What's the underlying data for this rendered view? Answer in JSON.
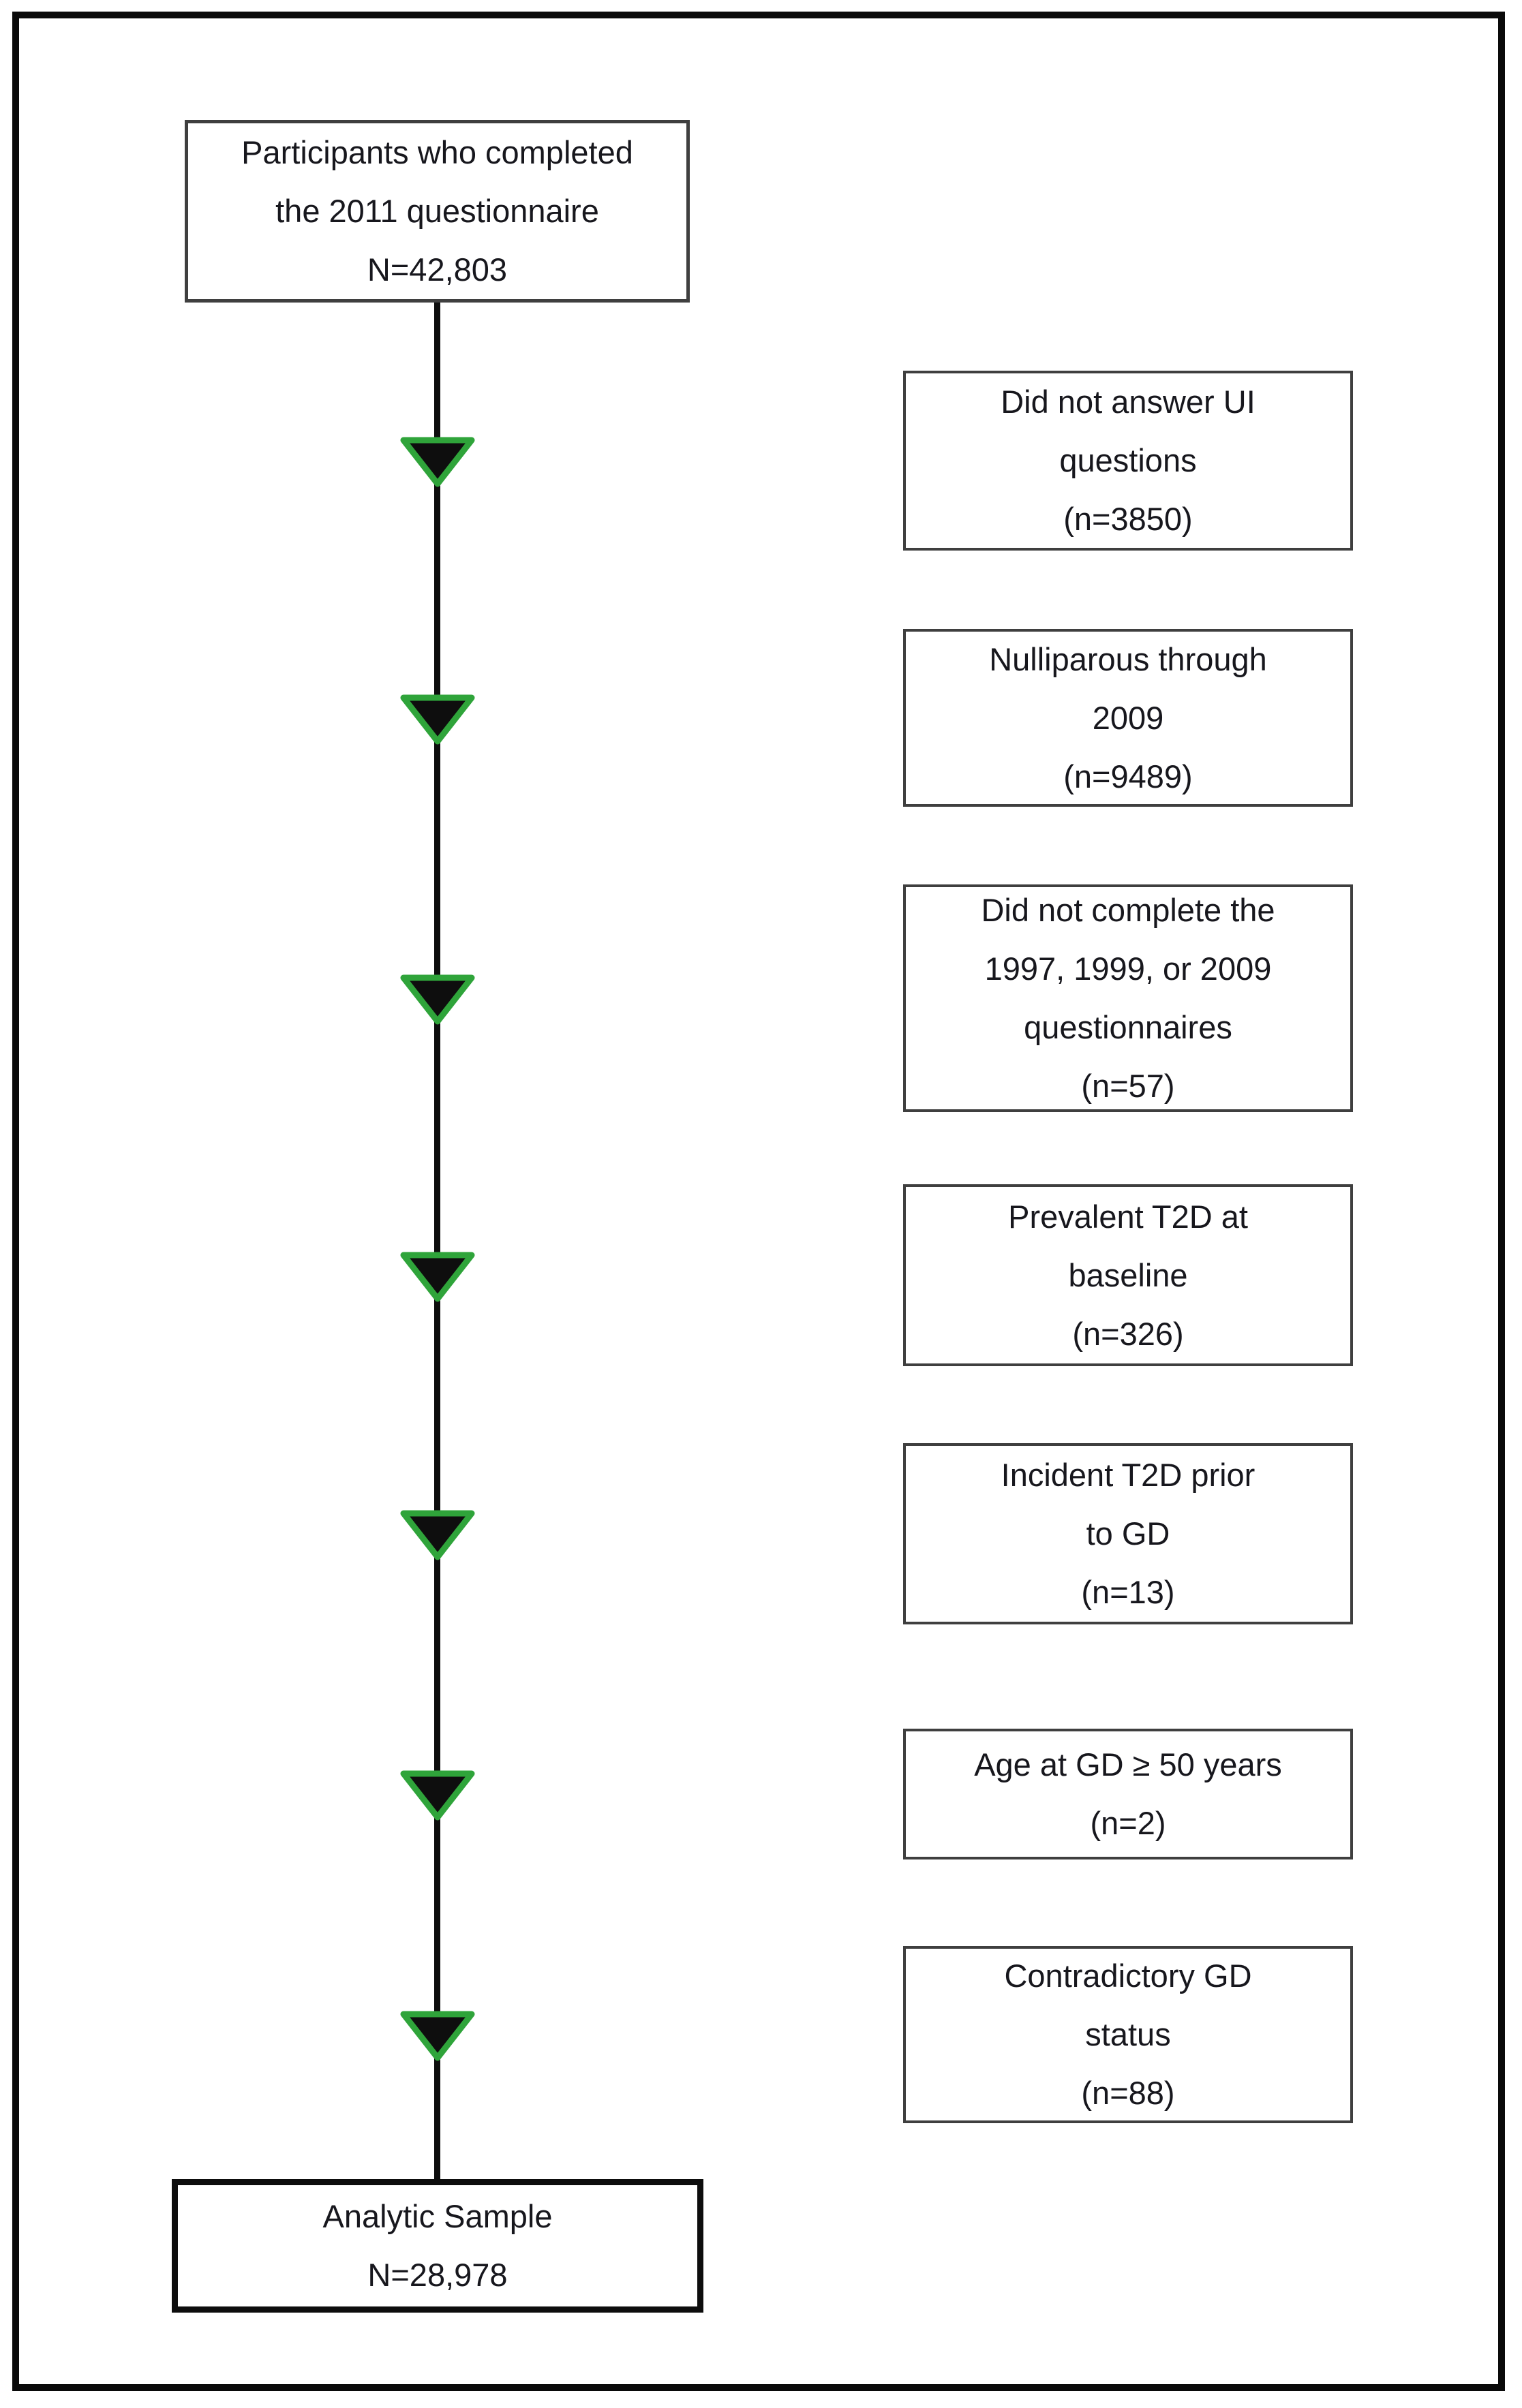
{
  "figure": {
    "type": "participant-flow-diagram",
    "top_box": {
      "lines": [
        "Participants who completed",
        "the 2011 questionnaire",
        "N=42,803"
      ]
    },
    "exclusion_boxes": [
      {
        "lines": [
          "Did not answer UI",
          "questions",
          "(n=3850)"
        ]
      },
      {
        "lines": [
          "Nulliparous through",
          "2009",
          "(n=9489)"
        ]
      },
      {
        "lines": [
          "Did not complete the",
          "1997, 1999, or 2009",
          "questionnaires",
          "(n=57)"
        ]
      },
      {
        "lines": [
          "Prevalent T2D at",
          "baseline",
          "(n=326)"
        ]
      },
      {
        "lines": [
          "Incident T2D prior",
          "to GD",
          "(n=13)"
        ]
      },
      {
        "lines": [
          "Age at GD ≥ 50 years",
          "(n=2)"
        ]
      },
      {
        "lines": [
          "Contradictory GD",
          "status",
          "(n=88)"
        ]
      }
    ],
    "bottom_box": {
      "lines": [
        "Analytic Sample",
        "N=28,978"
      ]
    },
    "colors": {
      "arrow_fill": "#0e0e0e",
      "arrow_stroke": "#2fa43a",
      "flow_line": "#0d0d0d",
      "side_box_border": "#3f3f3f",
      "outer_frame": "#0a0a0a",
      "text": "#17171d"
    }
  }
}
